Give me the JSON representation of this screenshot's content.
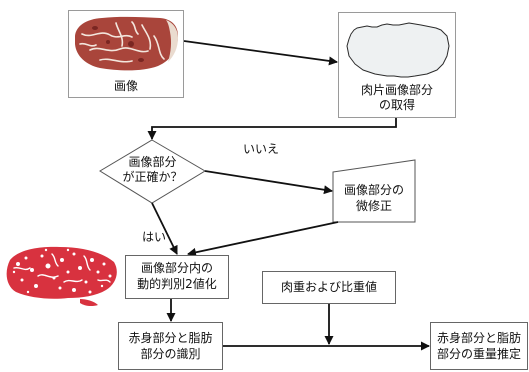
{
  "flowchart": {
    "image_node": {
      "label": "画像",
      "icon": "meat-photo-picture"
    },
    "extract_node": {
      "lines": [
        "肉片画像部分",
        "の取得"
      ],
      "icon": "meat-outline-picture"
    },
    "decision_node": {
      "lines": [
        "画像部分",
        "が正確か？"
      ]
    },
    "no_branch_label": "いいえ",
    "yes_branch_label": "はい",
    "correction_node": {
      "lines": [
        "画像部分の",
        "微修正"
      ]
    },
    "binarize_node": {
      "lines": [
        "画像部分内の",
        "動的判別2値化"
      ]
    },
    "binarized_image": {
      "icon": "binarized-meat-picture"
    },
    "weight_input_node": {
      "label": "肉重および比重値"
    },
    "identify_node": {
      "lines": [
        "赤身部分と脂肪",
        "部分の識別"
      ]
    },
    "estimate_node": {
      "lines": [
        "赤身部分と脂肪",
        "部分の重量推定"
      ]
    }
  },
  "colors": {
    "meat": "#a9453b",
    "binarized_meat": "#d8323f"
  }
}
